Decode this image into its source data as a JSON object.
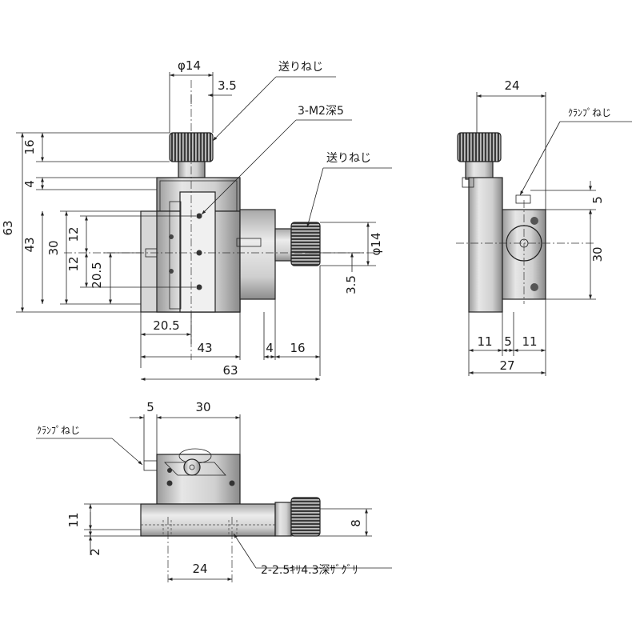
{
  "labels": {
    "feed_screw": "送りねじ",
    "clamp_screw": "ｸﾗﾝﾌﾟねじ",
    "tapped_holes": "3-M2深5",
    "mount_holes": "2-2.5ｷﾘ4.3深ｻﾞｸﾞﾘ"
  },
  "dims": {
    "knob_dia": "φ14",
    "knob_offset": "3.5",
    "overall": "63",
    "knob_height": "16",
    "gap": "4",
    "body": "43",
    "stage": "30",
    "hole_pitch": "12",
    "center": "20.5",
    "side_knob_dia": "φ14",
    "side_knob_offset": "3.5",
    "side_knob_len": "16",
    "side_gap": "4",
    "side_width": "24",
    "clamp_offset": "5",
    "side_stage": "30",
    "side_11_a": "11",
    "side_5": "5",
    "side_11_b": "11",
    "side_total": "27",
    "bottom_5": "5",
    "bottom_30": "30",
    "bottom_11": "11",
    "bottom_2": "2",
    "bottom_8": "8",
    "bottom_24": "24"
  }
}
